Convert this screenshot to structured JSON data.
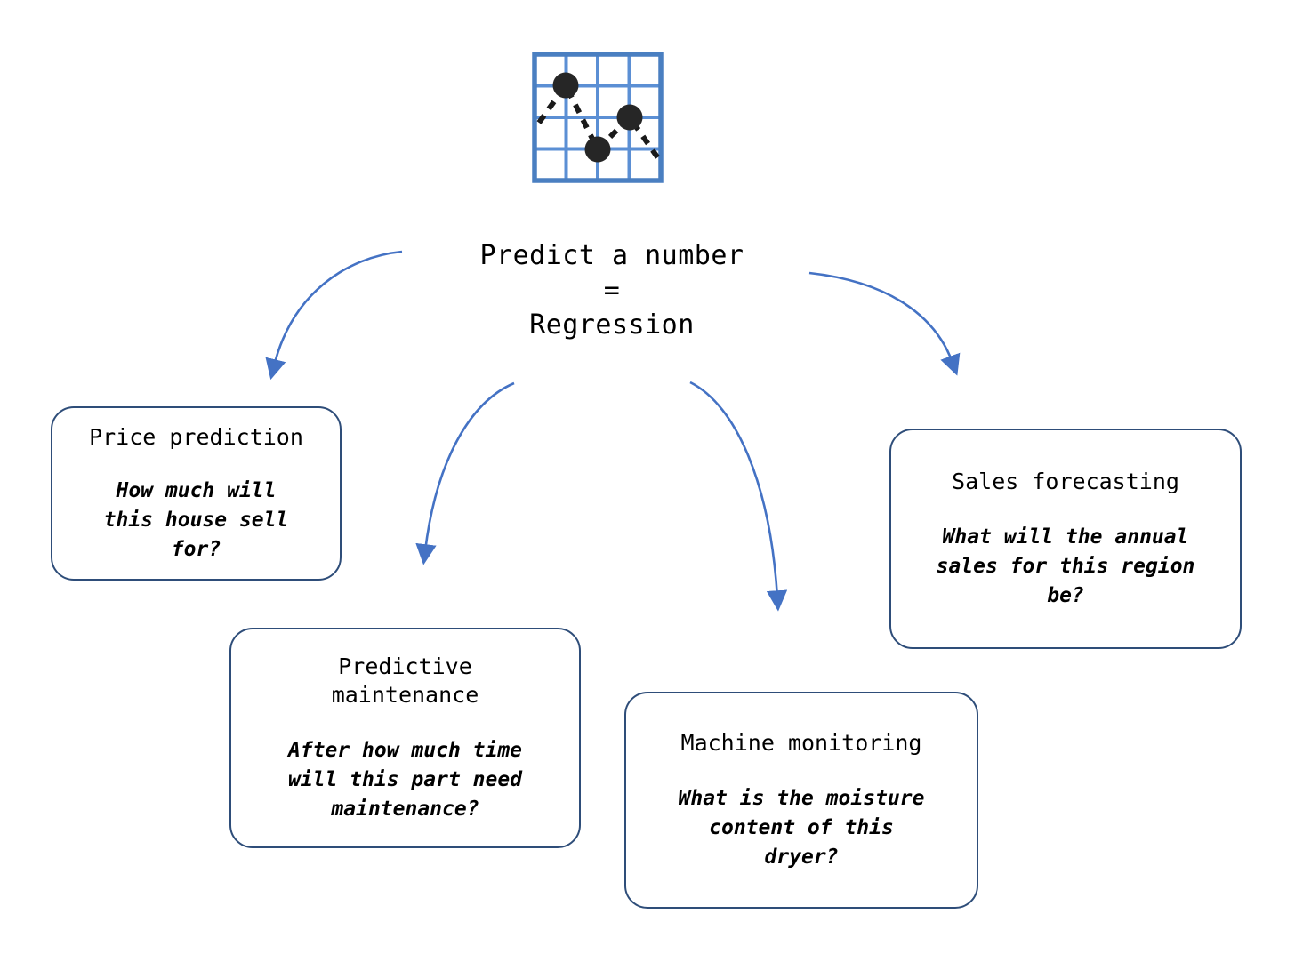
{
  "diagram": {
    "title": "Predict a number\n=\nRegression",
    "icon": {
      "name": "regression-scatter-grid-icon",
      "grid_color": "#5b8fd4",
      "border_color": "#4a7fc1",
      "dot_color": "#262626",
      "dashed_line_color": "#1a1a1a",
      "grid_cells": 4,
      "data_points": [
        {
          "x": 1,
          "y": 1
        },
        {
          "x": 2,
          "y": 3
        },
        {
          "x": 3,
          "y": 2
        }
      ]
    },
    "accent_colors": {
      "arrow": "#4472c4",
      "box_border": "#2e4d79",
      "text": "#000000",
      "background": "#ffffff"
    },
    "boxes": [
      {
        "id": "price-prediction",
        "title": "Price prediction",
        "question": "How much will\nthis house sell\nfor?"
      },
      {
        "id": "predictive-maintenance",
        "title": "Predictive\nmaintenance",
        "question": "After how much time\nwill this part need\nmaintenance?"
      },
      {
        "id": "machine-monitoring",
        "title": "Machine monitoring",
        "question": "What is the moisture\ncontent of this\ndryer?"
      },
      {
        "id": "sales-forecasting",
        "title": "Sales forecasting",
        "question": "What will the annual\nsales for this region\nbe?"
      }
    ],
    "arrows": [
      {
        "id": "arrow-to-price-prediction",
        "from": "central-title",
        "to": "price-prediction",
        "direction": "down-left"
      },
      {
        "id": "arrow-to-predictive-maint",
        "from": "central-title",
        "to": "predictive-maintenance",
        "direction": "down-left"
      },
      {
        "id": "arrow-to-machine-monitoring",
        "from": "central-title",
        "to": "machine-monitoring",
        "direction": "down-right"
      },
      {
        "id": "arrow-to-sales-forecasting",
        "from": "central-title",
        "to": "sales-forecasting",
        "direction": "down-right"
      }
    ]
  }
}
